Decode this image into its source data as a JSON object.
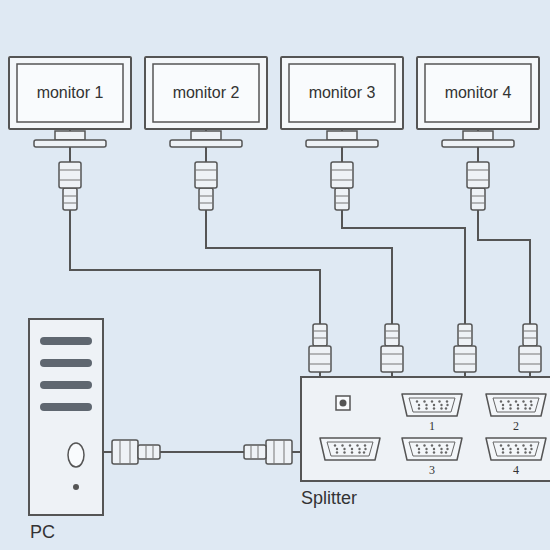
{
  "diagram": {
    "nodes": [
      {
        "text": [
          "monitor 1"
        ]
      },
      {
        "text": [
          "monitor 2"
        ]
      },
      {
        "text": [
          "monitor 3"
        ]
      },
      {
        "text": [
          "monitor 4"
        ]
      },
      {
        "text": [
          "PC"
        ]
      },
      {
        "text": [
          "Splitter"
        ]
      }
    ],
    "edges": [
      {
        "from": 4,
        "to": 5,
        "arrow": "none"
      },
      {
        "from": 5,
        "to": 0,
        "arrow": "none"
      },
      {
        "from": 5,
        "to": 1,
        "arrow": "none"
      },
      {
        "from": 5,
        "to": 2,
        "arrow": "none"
      },
      {
        "from": 5,
        "to": 3,
        "arrow": "none"
      }
    ],
    "labels": [
      "1",
      "2",
      "3",
      "4"
    ]
  }
}
